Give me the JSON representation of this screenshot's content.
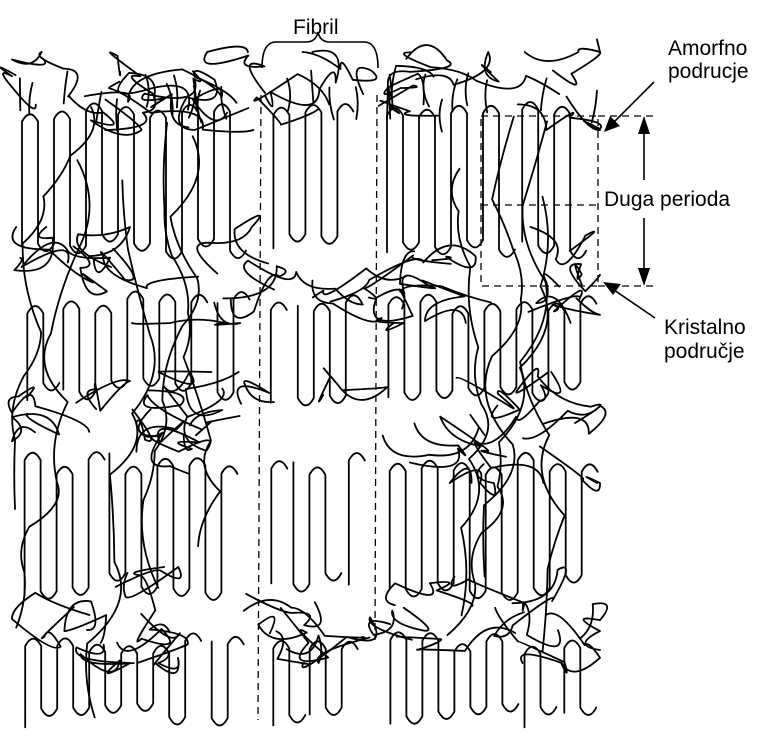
{
  "labels": {
    "fibril": "Fibril",
    "amorphous_line1": "Amorfno",
    "amorphous_line2": "podrucje",
    "long_period": "Duga perioda",
    "crystalline_line1": "Kristalno",
    "crystalline_line2": "područje"
  },
  "colors": {
    "stroke": "#000000",
    "background": "#ffffff"
  }
}
